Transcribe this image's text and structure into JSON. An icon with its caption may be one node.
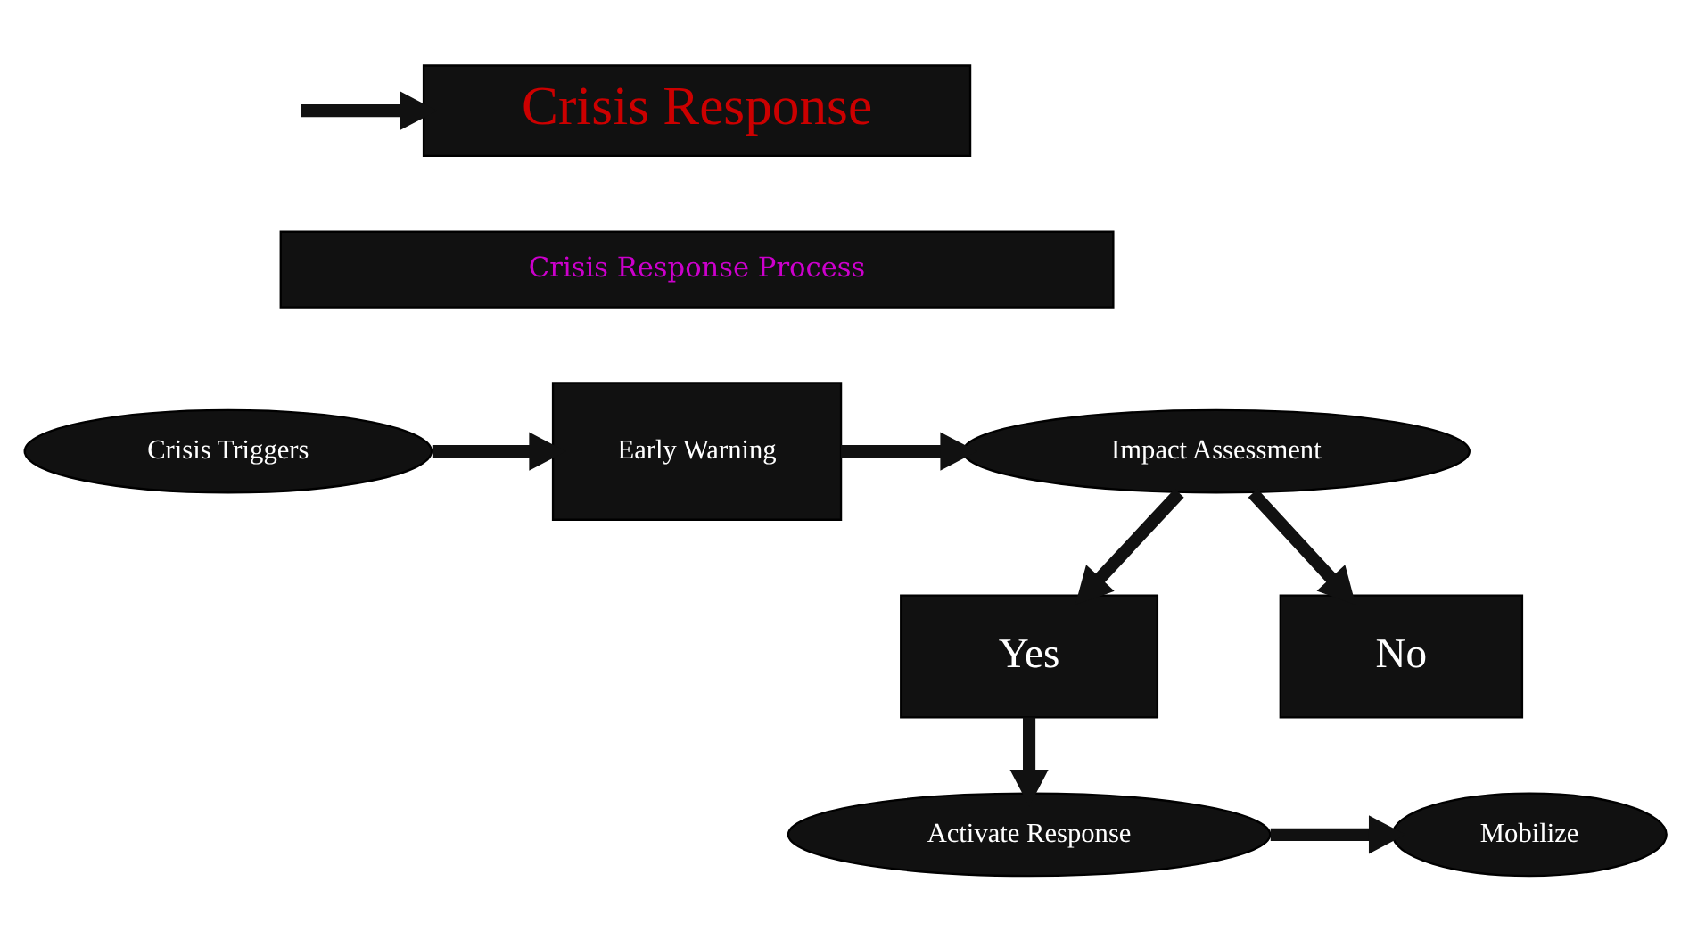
{
  "diagram": {
    "nodes": [
      {
        "text": [
          "Crisis Response"
        ]
      },
      {
        "text": [
          "Crisis Response Process"
        ]
      },
      {
        "text": [
          "Crisis Triggers"
        ]
      },
      {
        "text": [
          "Early Warning"
        ]
      },
      {
        "text": [
          "Impact Assessment"
        ]
      },
      {
        "text": [
          "Yes"
        ]
      },
      {
        "text": [
          "No"
        ]
      },
      {
        "text": [
          "Activate Response"
        ]
      },
      {
        "text": [
          "Mobilize"
        ]
      }
    ],
    "edges": [
      {
        "from": null,
        "to": 0,
        "arrow": "to"
      },
      {
        "from": 2,
        "to": 3,
        "arrow": "to"
      },
      {
        "from": 3,
        "to": 4,
        "arrow": "to"
      },
      {
        "from": 4,
        "to": 5,
        "arrow": "to"
      },
      {
        "from": 4,
        "to": 6,
        "arrow": "to"
      },
      {
        "from": 5,
        "to": 7,
        "arrow": "to"
      },
      {
        "from": 7,
        "to": 8,
        "arrow": "to"
      }
    ]
  }
}
